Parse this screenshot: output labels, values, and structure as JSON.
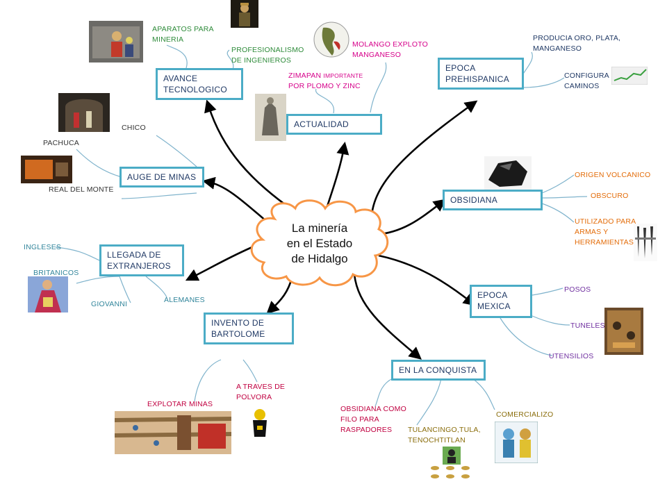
{
  "center": {
    "line1": "La minería",
    "line2": "en el Estado",
    "line3": "de Hidalgo"
  },
  "nodes": {
    "avance": {
      "line1": "AVANCE",
      "line2": "TECNOLOGICO"
    },
    "actualidad": {
      "line1": "ACTUALIDAD"
    },
    "prehispanica": {
      "line1": "EPOCA",
      "line2": "PREHISPANICA"
    },
    "auge": {
      "line1": "AUGE DE MINAS"
    },
    "obsidiana": {
      "line1": "OBSIDIANA"
    },
    "extranjeros": {
      "line1": "LLEGADA DE",
      "line2": "EXTRANJEROS"
    },
    "mexica": {
      "line1": "EPOCA",
      "line2": "MEXICA"
    },
    "bartolome": {
      "line1": "INVENTO DE",
      "line2": "BARTOLOME"
    },
    "conquista": {
      "line1": "EN LA CONQUISTA"
    }
  },
  "labels": {
    "aparatos": {
      "line1": "APARATOS PARA",
      "line2": "MINERIA"
    },
    "profesionalismo": {
      "line1": "PROFESIONALISMO",
      "line2": "DE INGENIEROS"
    },
    "molango": {
      "line1": "MOLANGO EXPLOTO",
      "line2": "MANGANESO"
    },
    "zimapan": {
      "line1a": "ZIMAPAN",
      "line1b": "IMPORTANTE",
      "line2": "POR PLOMO Y ZINC"
    },
    "producia": {
      "line1": "PRODUCIA ORO, PLATA,",
      "line2": "MANGANESO"
    },
    "configura": {
      "line1": "CONFIGURA",
      "line2": "CAMINOS"
    },
    "chico": "CHICO",
    "pachuca": "PACHUCA",
    "real": "REAL DEL MONTE",
    "origen": "ORIGEN VOLCANICO",
    "obscuro": "OBSCURO",
    "utilizado": {
      "line1": "UTILIZADO PARA",
      "line2": "ARMAS Y",
      "line3": "HERRAMIENTAS"
    },
    "ingleses": "INGLESES",
    "britanicos": "BRITANICOS",
    "giovanni": "GIOVANNI",
    "alemanes": "ALEMANES",
    "posos": "POSOS",
    "tuneles": "TUNELES",
    "utensilios": "UTENSILIOS",
    "polvora": {
      "line1": "A TRAVES DE",
      "line2": "POLVORA"
    },
    "explotar": "EXPLOTAR MINAS",
    "filo": {
      "line1": "OBSIDIANA COMO",
      "line2": "FILO PARA",
      "line3": "RASPADORES"
    },
    "tulancingo": {
      "line1": "TULANCINGO,TULA,",
      "line2": "TENOCHTITLAN"
    },
    "comercializo": "COMERCIALIZO"
  },
  "colors": {
    "box_border": "#4bacc6",
    "cloud_border": "#f79646",
    "connector": "#7fb3cc",
    "arrow": "#000000"
  }
}
